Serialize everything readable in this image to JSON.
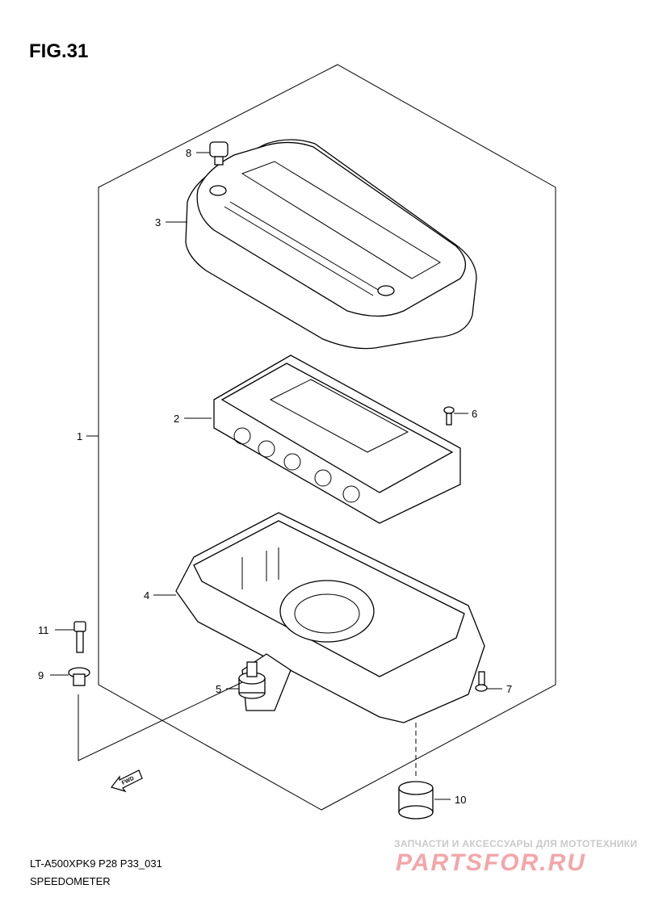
{
  "figure_title": "FIG.31",
  "callouts": [
    {
      "number": "1",
      "part": "speedometer-assembly"
    },
    {
      "number": "2",
      "part": "meter-unit"
    },
    {
      "number": "3",
      "part": "upper-case"
    },
    {
      "number": "4",
      "part": "lower-case"
    },
    {
      "number": "5",
      "part": "cushion"
    },
    {
      "number": "6",
      "part": "screw"
    },
    {
      "number": "7",
      "part": "screw"
    },
    {
      "number": "8",
      "part": "cushion-bolt"
    },
    {
      "number": "9",
      "part": "washer"
    },
    {
      "number": "10",
      "part": "grommet"
    },
    {
      "number": "11",
      "part": "bolt"
    }
  ],
  "fwd_label": "FWD",
  "footer": {
    "code": "LT-A500XPK9 P28 P33_031",
    "name": "SPEEDOMETER"
  },
  "watermark": {
    "tagline": "ЗАПЧАСТИ И АКСЕССУАРЫ ДЛЯ МОТОТЕХНИКИ",
    "brand": "PARTSFOR.RU"
  }
}
